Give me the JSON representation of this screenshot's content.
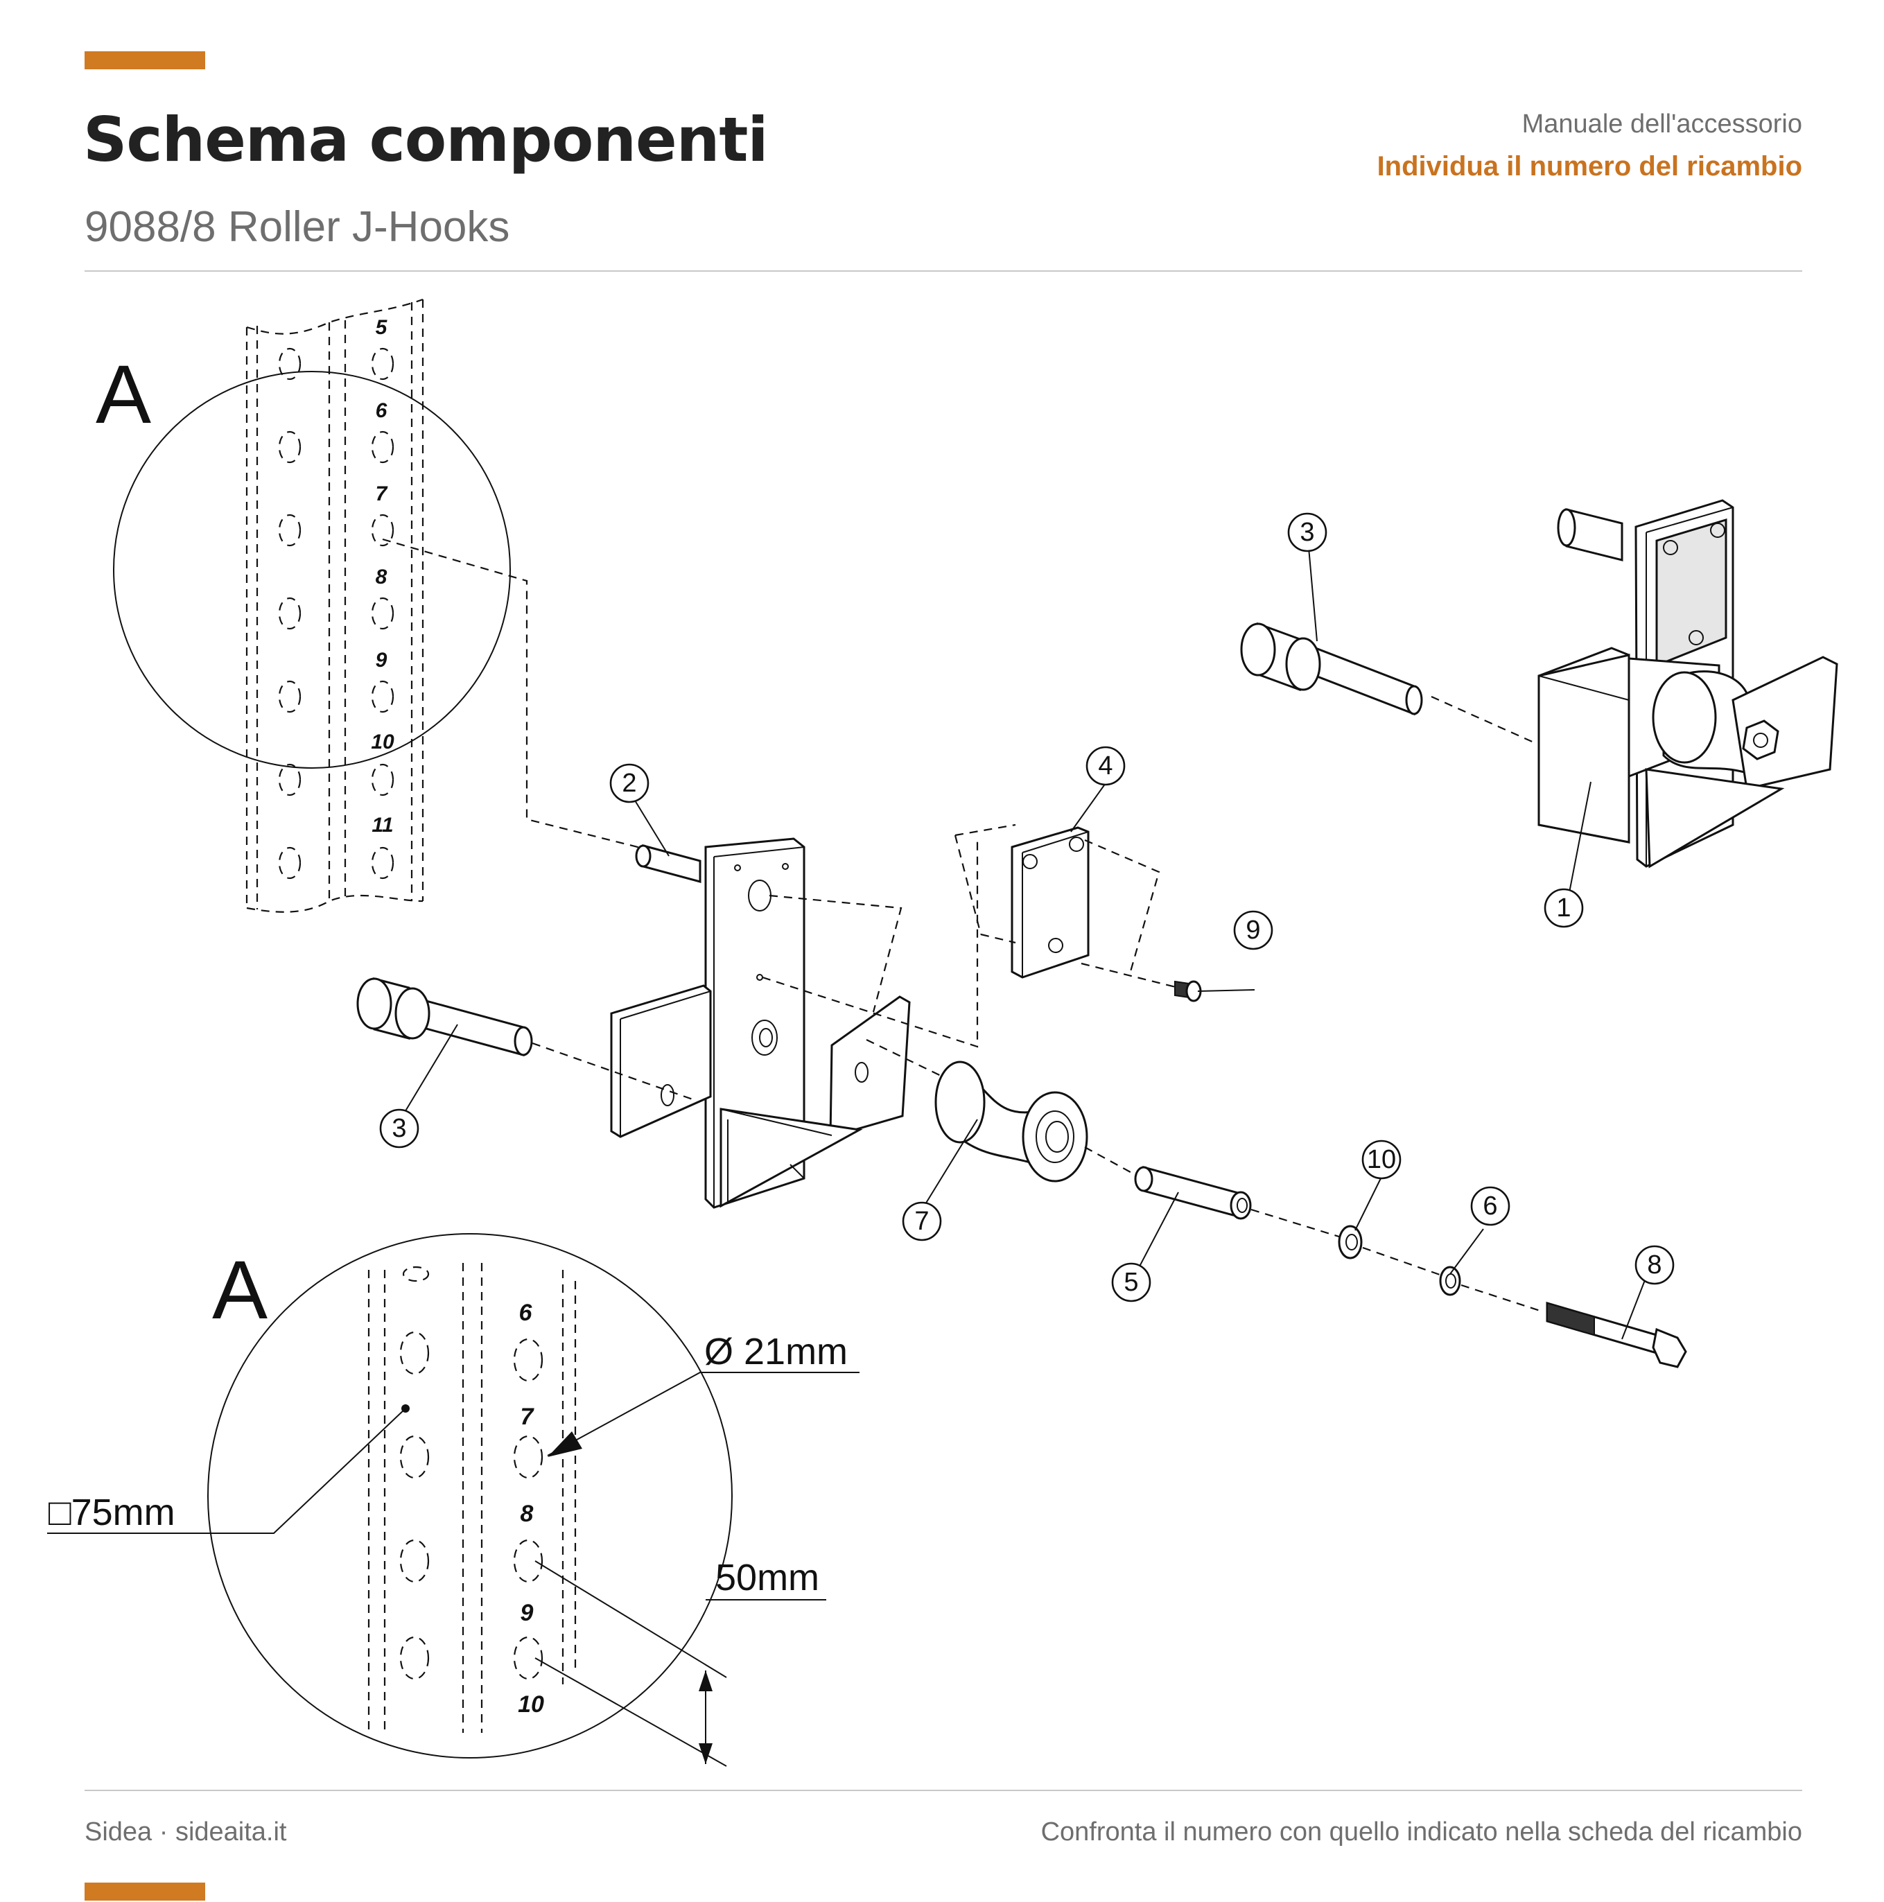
{
  "header": {
    "title": "Schema componenti",
    "subtitle": "9088/8 Roller J-Hooks",
    "right_line1": "Manuale dell'accessorio",
    "right_line2": "Individua il numero del ricambio"
  },
  "footer": {
    "left": "Sidea · sideaita.it",
    "right": "Confronta il numero con quello indicato nella scheda del ricambio"
  },
  "colors": {
    "accent": "#d07a22",
    "accent_text": "#c9731f",
    "muted_text": "#6e6e6e",
    "rule": "#c8c8c8"
  },
  "diagram": {
    "detail_label_top": "A",
    "detail_label_bottom": "A",
    "upright_hole_numbers_top": [
      "5",
      "6",
      "7",
      "8",
      "9",
      "10",
      "11"
    ],
    "upright_hole_numbers_detail": [
      "6",
      "7",
      "8",
      "9",
      "10"
    ],
    "callouts": [
      "1",
      "2",
      "3",
      "3",
      "4",
      "5",
      "6",
      "7",
      "8",
      "9",
      "10"
    ],
    "dimensions": {
      "hole_diameter": "Ø 21mm",
      "tube_section": "□75mm",
      "hole_spacing": "50mm"
    }
  }
}
